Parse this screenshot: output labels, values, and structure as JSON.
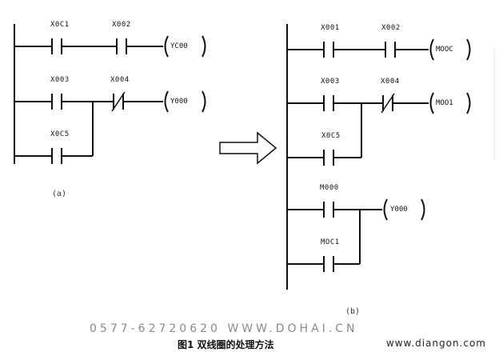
{
  "left": {
    "labels": {
      "c1": "X0C1",
      "c2": "X002",
      "c3": "X003",
      "c4": "X004",
      "c5": "X0C5"
    },
    "coils": {
      "k1": "YC00",
      "k2": "Y000"
    },
    "caption": "(a)"
  },
  "right": {
    "labels": {
      "c1": "X001",
      "c2": "X002",
      "c3": "X003",
      "c4": "X004",
      "c5": "X0C5",
      "c6": "M000",
      "c7": "MOC1"
    },
    "coils": {
      "k1": "MOOC",
      "k2": "MOO1",
      "k3": "Y000"
    },
    "caption": "(b)"
  },
  "watermark": "0577-62720620  WWW.DOHAI.CN",
  "site": "www.diangon.com",
  "figure_caption": "图1 双线圈的处理方法"
}
